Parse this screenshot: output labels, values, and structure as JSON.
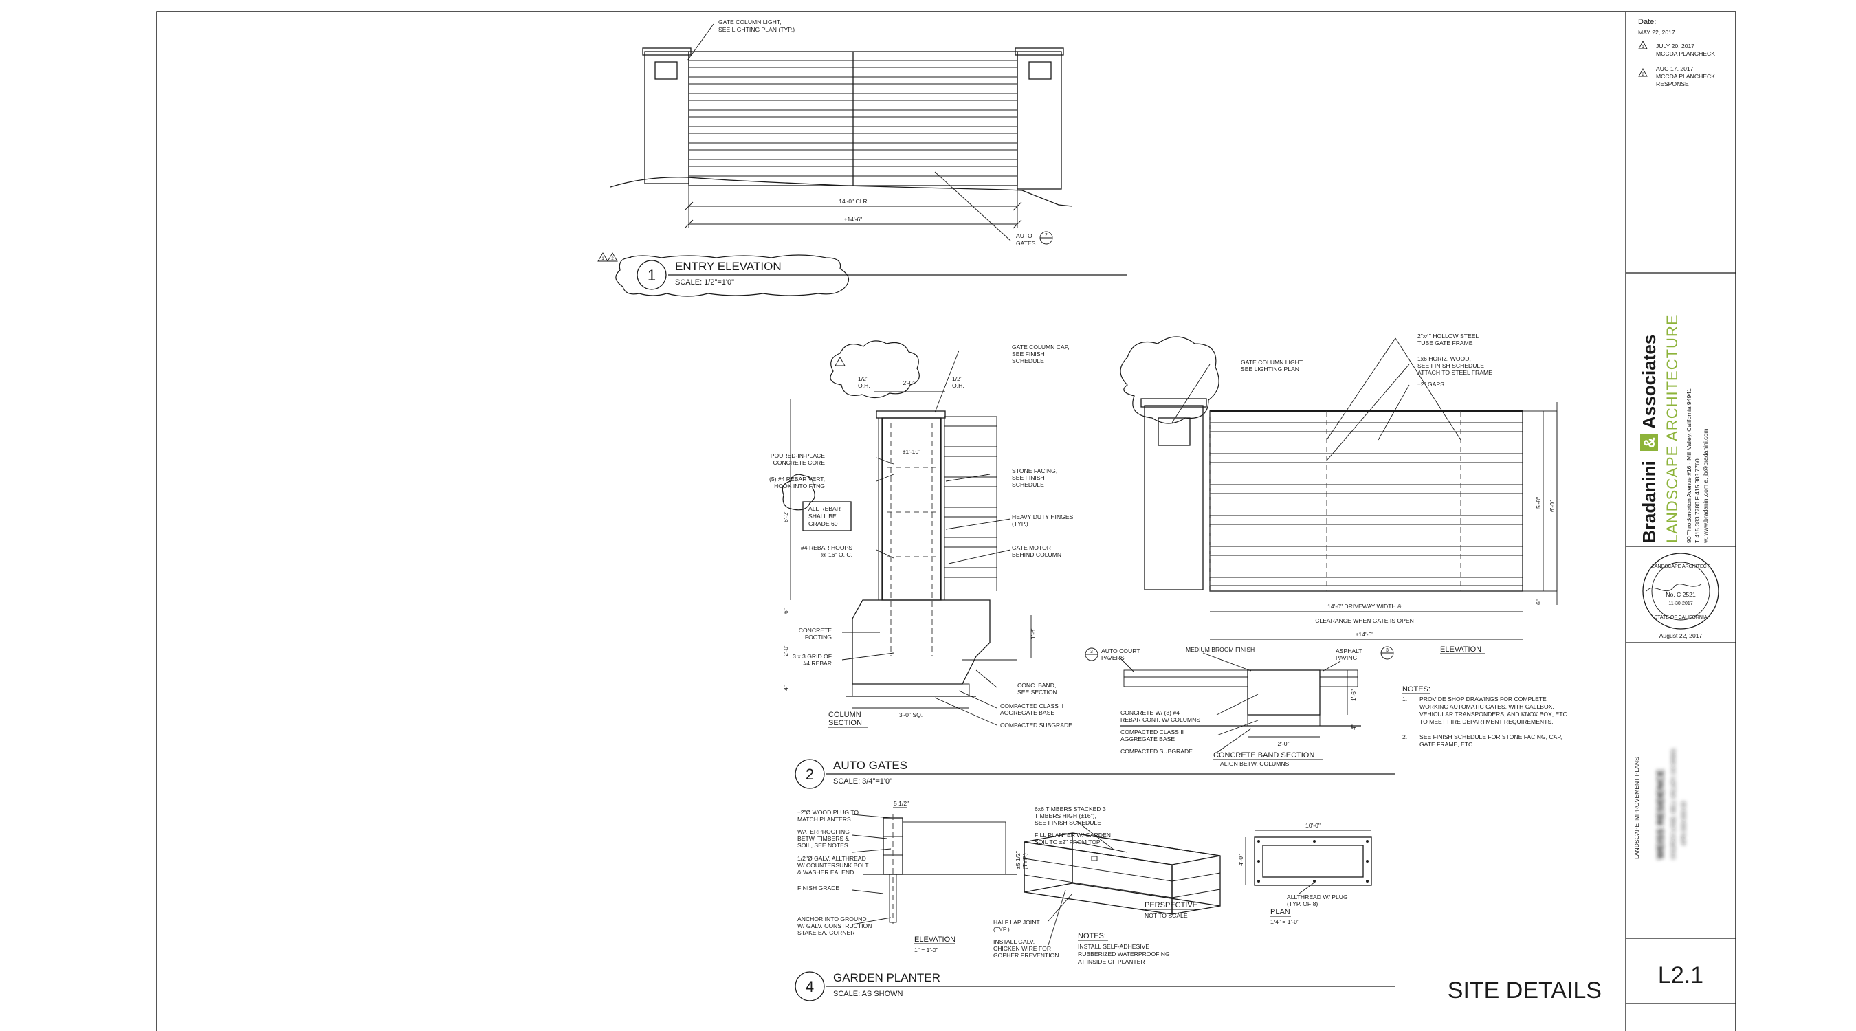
{
  "titleblock": {
    "date_label": "Date:",
    "date_value": "MAY 22, 2017",
    "revisions": [
      {
        "num": "1",
        "line1": "JULY 20, 2017",
        "line2": "MCCDA PLANCHECK",
        "line3": ""
      },
      {
        "num": "2",
        "line1": "AUG 17, 2017",
        "line2": "MCCDA PLANCHECK",
        "line3": "RESPONSE"
      }
    ],
    "firm_name_a": "Bradanini",
    "firm_amp": "&",
    "firm_name_b": "Associates",
    "firm_sub": "LANDSCAPE ARCHITECTURE",
    "firm_address": "90 Throckmorton Avenue #16  ·  Mill Valley, California 94941",
    "firm_phone": "T 415.383.7780   F 415.383.7760",
    "firm_web": "w. www.bradanini.com   e. jb@bradanini.com",
    "stamp_top": "LANDSCAPE ARCHITECT",
    "stamp_mid": "No. C 2521",
    "stamp_exp": "11-30-2017",
    "stamp_bottom": "STATE OF CALIFORNIA",
    "stamp_date": "August 22, 2017",
    "project_label": "LANDSCAPE IMPROVEMENT PLANS",
    "project_name_blurred": "WEISS RESIDENCE",
    "project_address_blurred": "CHURCH LANE, MILL VALLEY, CA 94941",
    "project_apn_blurred": "APN 000-000-00",
    "sheet_number": "L2.1",
    "sheet_title": "SITE DETAILS"
  },
  "detail_1": {
    "number": "1",
    "title": "ENTRY ELEVATION",
    "scale": "SCALE: 1/2\"=1'0\"",
    "rev_marks": [
      "1",
      "2"
    ],
    "callout_light": [
      "GATE COLUMN LIGHT,",
      "SEE LIGHTING PLAN (TYP.)"
    ],
    "dim_clear": "14'-0\" CLR",
    "dim_overall": "±14'-6\"",
    "callout_gates": [
      "AUTO",
      "GATES"
    ],
    "gates_ref": "2"
  },
  "detail_2": {
    "number": "2",
    "title": "AUTO GATES",
    "scale": "SCALE: 3/4\"=1'0\"",
    "section_labels": {
      "dim_left_half": "1/2\"",
      "dim_oh_left": "O.H.",
      "dim_width": "2'-0\"",
      "dim_right_half": "1/2\"",
      "dim_oh_right": "O.H.",
      "dim_core": "±1'-10\"",
      "cap": [
        "GATE COLUMN CAP,",
        "SEE FINISH",
        "SCHEDULE"
      ],
      "core": [
        "POURED-IN-PLACE",
        "CONCRETE CORE"
      ],
      "rebar_vert": [
        "(5) #4 REBAR VERT,",
        "HOOK INTO FTNG"
      ],
      "rebar_box": [
        "ALL REBAR",
        "SHALL BE",
        "GRADE 60"
      ],
      "hoops": [
        "#4 REBAR HOOPS",
        "@ 16\" O. C."
      ],
      "stone": [
        "STONE FACING,",
        "SEE FINISH",
        "SCHEDULE"
      ],
      "hinges": [
        "HEAVY DUTY HINGES",
        "(TYP.)"
      ],
      "motor": [
        "GATE MOTOR",
        "BEHIND COLUMN"
      ],
      "footing": [
        "CONCRETE",
        "FOOTING"
      ],
      "grid": [
        "3 x 3 GRID OF",
        "#4 REBAR"
      ],
      "band": [
        "CONC. BAND,",
        "SEE SECTION"
      ],
      "base": [
        "COMPACTED CLASS II",
        "AGGREGATE BASE"
      ],
      "subgrade": "COMPACTED SUBGRADE",
      "dim_6ft": "6'-2\"",
      "dim_2ft": "2'-0\"",
      "dim_6in": "6\"",
      "dim_4in": "4\"",
      "dim_16": "1'-6\"",
      "dim_3sq": "3'-0\" SQ.",
      "sub_title": [
        "COLUMN",
        "SECTION"
      ]
    },
    "elevation_labels": {
      "light": [
        "GATE COLUMN LIGHT,",
        "SEE LIGHTING PLAN"
      ],
      "frame": [
        "2\"x4\" HOLLOW STEEL",
        "TUBE GATE FRAME"
      ],
      "boards": [
        "1x6 HORIZ. WOOD,",
        "SEE FINISH SCHEDULE",
        "ATTACH TO STEEL FRAME"
      ],
      "gaps": "±2\" GAPS",
      "dim_58": "5'-8\"",
      "dim_60": "6'-0\"",
      "dim_6": "6\"",
      "dim_drive": [
        "14'-0\" DRIVEWAY WIDTH &",
        "CLEARANCE WHEN GATE IS OPEN"
      ],
      "dim_overall": "±14'-6\"",
      "sub_title": "ELEVATION"
    },
    "band_labels": {
      "pavers": [
        "AUTO COURT",
        "PAVERS"
      ],
      "pavers_ref": "3",
      "broom": "MEDIUM BROOM FINISH",
      "asphalt": [
        "ASPHALT",
        "PAVING"
      ],
      "asphalt_ref": "3",
      "concrete": [
        "CONCRETE W/ (3) #4",
        "REBAR CONT. W/ COLUMNS"
      ],
      "base": [
        "COMPACTED CLASS II",
        "AGGREGATE BASE"
      ],
      "subgrade": "COMPACTED SUBGRADE",
      "dim_w": "2'-0\"",
      "dim_h": "1'-6\"",
      "dim_4": "4\"",
      "sub_title": "CONCRETE BAND SECTION",
      "sub_note": "ALIGN BETW. COLUMNS"
    },
    "notes_title": "NOTES:",
    "notes": [
      {
        "num": "1.",
        "lines": [
          "PROVIDE SHOP DRAWINGS FOR COMPLETE",
          "WORKING AUTOMATIC GATES, WITH CALLBOX,",
          "VEHICULAR TRANSPONDERS, AND KNOX BOX, ETC.",
          "TO MEET FIRE DEPARTMENT REQUIREMENTS."
        ]
      },
      {
        "num": "2.",
        "lines": [
          "SEE FINISH SCHEDULE FOR STONE FACING, CAP,",
          "GATE FRAME, ETC."
        ]
      }
    ]
  },
  "detail_4": {
    "number": "4",
    "title": "GARDEN PLANTER",
    "scale": "SCALE: AS SHOWN",
    "elev_labels": {
      "plug": [
        "±2\"Ø WOOD PLUG TO",
        "MATCH PLANTERS"
      ],
      "waterproof": [
        "WATERPROOFING",
        "BETW. TIMBERS &",
        "SOIL, SEE NOTES"
      ],
      "allthread": [
        "1/2\"Ø GALV. ALLTHREAD",
        "W/ COUNTERSUNK BOLT",
        "& WASHER EA. END"
      ],
      "grade": "FINISH GRADE",
      "anchor": [
        "ANCHOR INTO GROUND",
        "W/ GALV. CONSTRUCTION",
        "STAKE EA. CORNER"
      ],
      "timbers": [
        "6x6 TIMBERS STACKED 3",
        "TIMBERS HIGH (±16\"),",
        "SEE FINISH SCHEDULE"
      ],
      "fill": [
        "FILL PLANTER W/ GARDEN",
        "SOIL TO ±2\" FROM TOP"
      ],
      "halflap": [
        "HALF LAP JOINT",
        "(TYP.)"
      ],
      "chicken": [
        "INSTALL GALV.",
        "CHICKEN WIRE FOR",
        "GOPHER PREVENTION"
      ],
      "dim_top": "5 1/2\"",
      "dim_side": "±5 1/2\"",
      "dim_side2": "(TYP.)",
      "sub_title": "ELEVATION",
      "sub_scale": "1\" = 1'-0\""
    },
    "persp_title": "PERSPECTIVE",
    "persp_scale": "NOT TO SCALE",
    "plan_title": "PLAN",
    "plan_scale": "1/4\" = 1'-0\"",
    "plan_dim_w": "10'-0\"",
    "plan_dim_h": "4'-0\"",
    "plan_callout": [
      "ALLTHREAD W/ PLUG",
      "(TYP. OF 8)"
    ],
    "notes_title": "NOTES:",
    "notes": [
      "INSTALL SELF-ADHESIVE",
      "RUBBERIZED WATERPROOFING",
      "AT INSIDE OF PLANTER"
    ]
  },
  "colors": {
    "ink": "#1a1a1a",
    "brand_green": "#8db33a",
    "paper": "#ffffff"
  }
}
